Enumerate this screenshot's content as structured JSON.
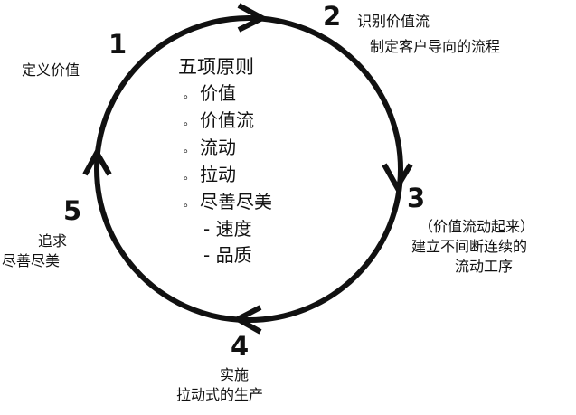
{
  "steps": [
    {
      "number": "1",
      "lines": [
        "定义价值"
      ]
    },
    {
      "number": "2",
      "lines": [
        "识别价值流",
        "制定客户导向的流程"
      ]
    },
    {
      "number": "3",
      "lines": [
        "（价值流动起来）",
        "建立不间断连续的",
        "流动工序"
      ]
    },
    {
      "number": "4",
      "lines": [
        "实施",
        "拉动式的生产"
      ]
    },
    {
      "number": "5",
      "lines": [
        "追求",
        "尽善尽美"
      ]
    }
  ],
  "principles": {
    "title": "五项原则",
    "bullet_symbol": "。",
    "items": [
      "价值",
      "价值流",
      "流动",
      "拉动",
      "尽善尽美"
    ],
    "sub_items": [
      "- 速度",
      "- 品质"
    ]
  },
  "colors": {
    "ink": "#111111",
    "background": "#ffffff"
  }
}
